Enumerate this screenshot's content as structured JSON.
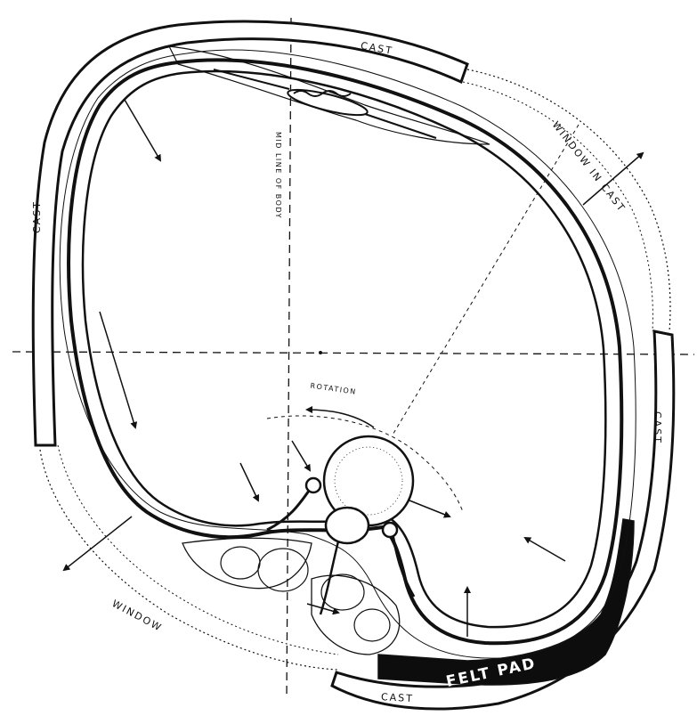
{
  "diagram": {
    "labels": {
      "cast_top": "CAST",
      "cast_left": "CAST",
      "cast_right": "CAST",
      "cast_bottom": "CAST",
      "window_in_cast": "WINDOW IN CAST",
      "window": "WINDOW",
      "mid_line": "MID LINE OF BODY",
      "rotation": "ROTATION",
      "felt_pad": "FELT PAD"
    },
    "colors": {
      "ink": "#111111",
      "paper": "#ffffff",
      "felt": "#0d0d0d"
    }
  }
}
